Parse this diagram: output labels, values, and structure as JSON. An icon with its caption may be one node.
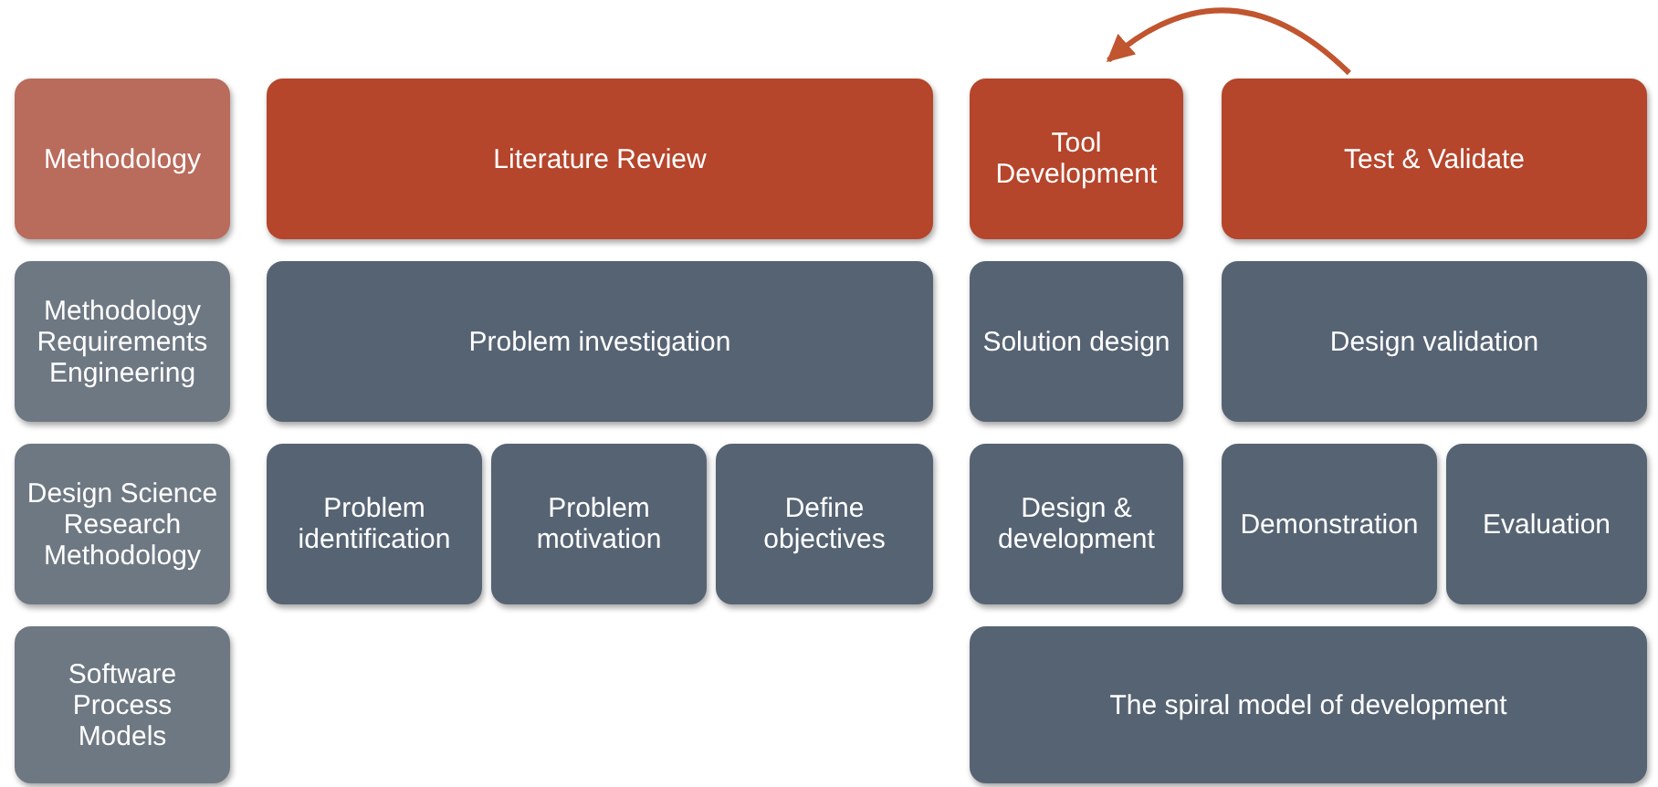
{
  "diagram": {
    "nodes": [
      {
        "text": [
          "Methodology"
        ]
      },
      {
        "text": [
          "Literature Review"
        ]
      },
      {
        "text": [
          "Tool Development"
        ]
      },
      {
        "text": [
          "Test & Validate"
        ]
      },
      {
        "text": [
          "Methodology Requirements Engineering"
        ]
      },
      {
        "text": [
          "Problem investigation"
        ]
      },
      {
        "text": [
          "Solution design"
        ]
      },
      {
        "text": [
          "Design validation"
        ]
      },
      {
        "text": [
          "Design Science Research Methodology"
        ]
      },
      {
        "text": [
          "Problem identification"
        ]
      },
      {
        "text": [
          "Problem motivation"
        ]
      },
      {
        "text": [
          "Define objectives"
        ]
      },
      {
        "text": [
          "Design & development"
        ]
      },
      {
        "text": [
          "Demonstration"
        ]
      },
      {
        "text": [
          "Evaluation"
        ]
      },
      {
        "text": [
          "Software Process Models"
        ]
      },
      {
        "text": [
          "The spiral model of development"
        ]
      }
    ],
    "edges": [
      {
        "from": 3,
        "to": 2,
        "arrow": "to"
      }
    ]
  }
}
